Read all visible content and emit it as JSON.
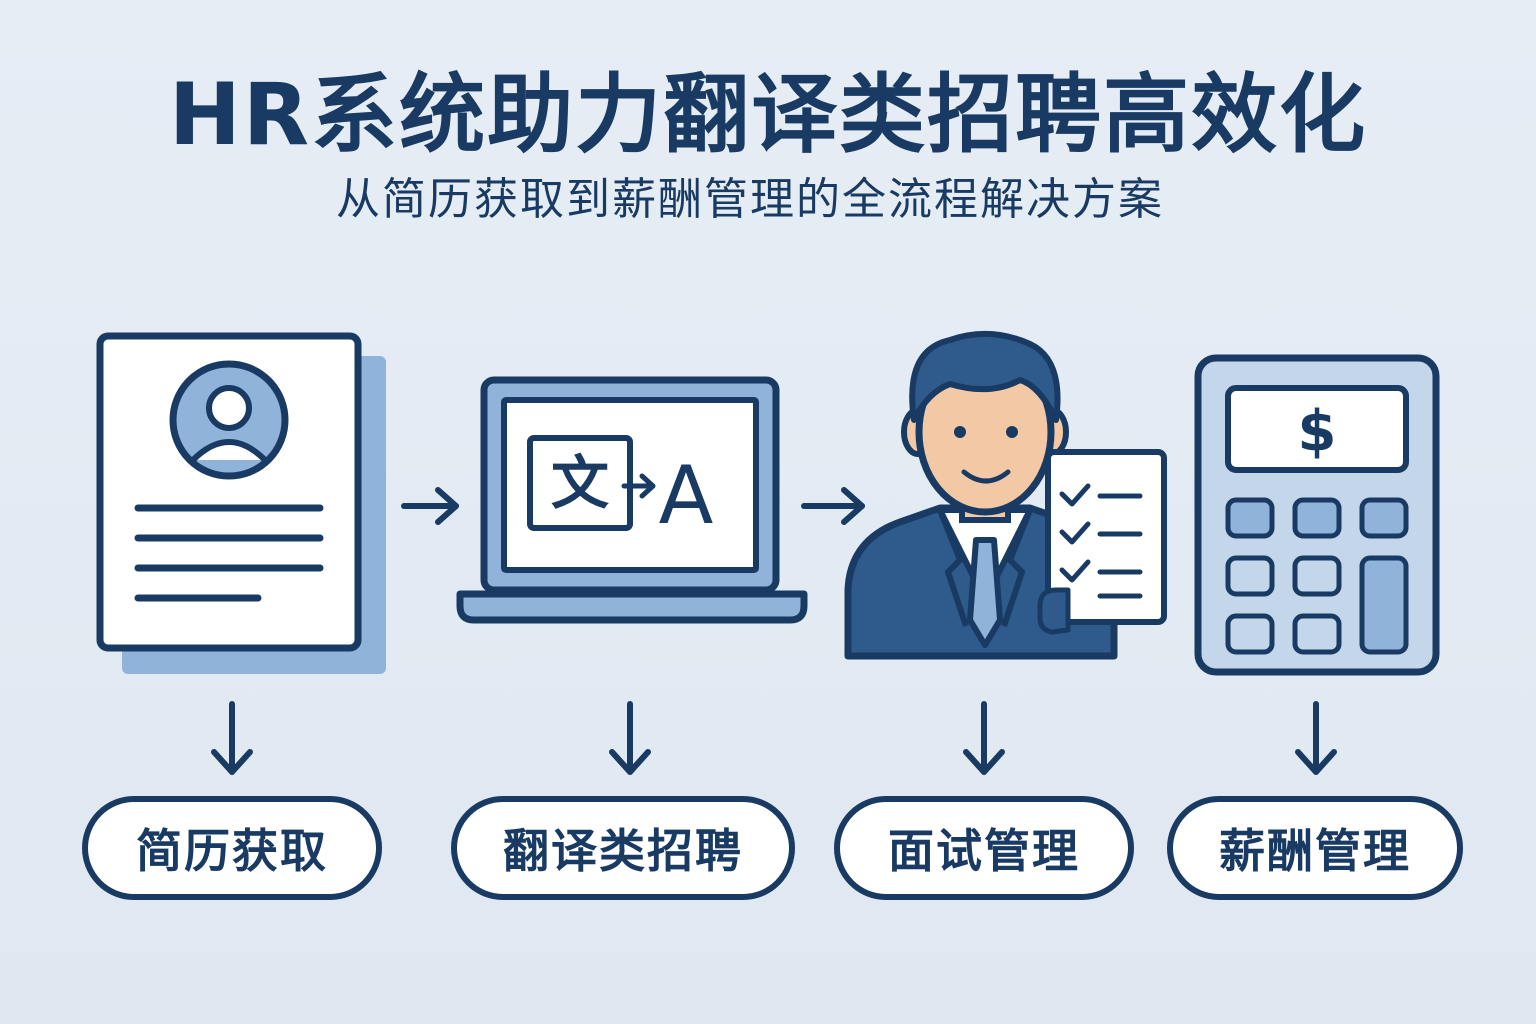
{
  "title": "HR系统助力翻译类招聘高效化",
  "subtitle": "从简历获取到薪酬管理的全流程解决方案",
  "icons": {
    "translate_glyph_source": "文",
    "translate_glyph_target": "A",
    "currency_symbol": "$"
  },
  "steps": [
    {
      "label": "简历获取",
      "icon": "resume-icon"
    },
    {
      "label": "翻译类招聘",
      "icon": "laptop-translate-icon"
    },
    {
      "label": "面试管理",
      "icon": "interviewer-icon"
    },
    {
      "label": "薪酬管理",
      "icon": "calculator-icon"
    }
  ],
  "colors": {
    "navy": "#183a63",
    "light_blue": "#8fb3d9",
    "pale_blue": "#c3d6ea",
    "background": "#e3ebf3",
    "skin": "#f3c9a5",
    "suit": "#2f5a8c"
  }
}
